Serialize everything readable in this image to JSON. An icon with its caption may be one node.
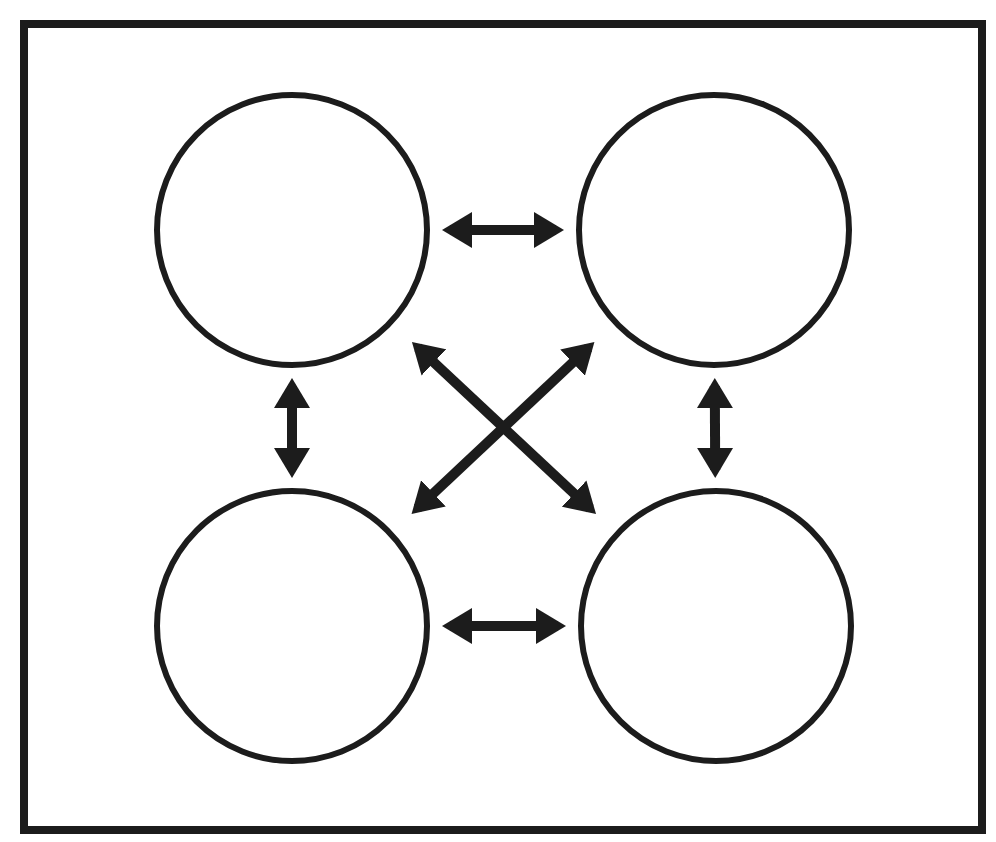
{
  "diagram": {
    "nodes": [
      {
        "text": [],
        "shape": "box"
      },
      {
        "text": [],
        "shape": "circle",
        "in": 0
      },
      {
        "text": [],
        "shape": "circle",
        "in": 0
      },
      {
        "text": [],
        "shape": "circle",
        "in": 0
      },
      {
        "text": [],
        "shape": "circle",
        "in": 0
      }
    ],
    "edges": [
      {
        "from": 1,
        "to": 2,
        "arrow": "both"
      },
      {
        "from": 1,
        "to": 3,
        "arrow": "both"
      },
      {
        "from": 2,
        "to": 4,
        "arrow": "both"
      },
      {
        "from": 3,
        "to": 4,
        "arrow": "both"
      },
      {
        "from": 1,
        "to": 4,
        "arrow": "both"
      },
      {
        "from": 2,
        "to": 3,
        "arrow": "both"
      }
    ]
  }
}
